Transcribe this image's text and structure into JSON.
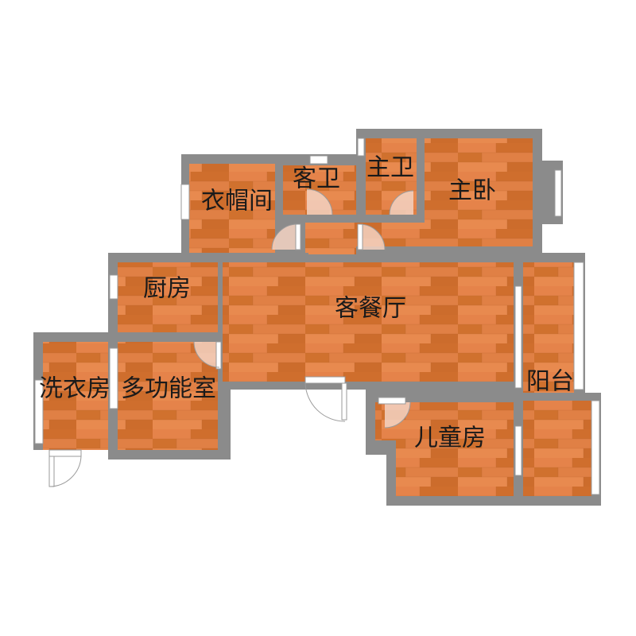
{
  "floor_plan": {
    "rooms": {
      "cloakroom": "衣帽间",
      "guest_bath": "客卫",
      "master_bath": "主卫",
      "master_bedroom": "主卧",
      "kitchen": "厨房",
      "living_dining": "客餐厅",
      "laundry": "洗衣房",
      "multi_function": "多功能室",
      "balcony": "阳台",
      "kids_room": "儿童房"
    },
    "colors": {
      "wall": "#8b8b8b",
      "floor_base": "#d9772f",
      "floor_light": "#e8874a",
      "floor_dark": "#c9692a"
    }
  }
}
